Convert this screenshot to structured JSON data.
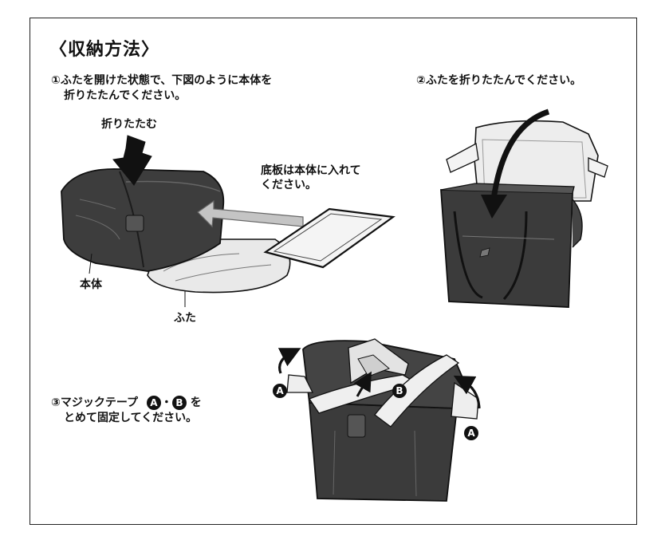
{
  "title": "〈収納方法〉",
  "step1": {
    "line1": "①ふたを開けた状態で、下図のように本体を",
    "line2": "折りたたんでください。"
  },
  "step2": {
    "text": "②ふたを折りたたんでください。"
  },
  "step3": {
    "line1_prefix": "③マジックテープ",
    "badge_a": "A",
    "dot": "・",
    "badge_b": "B",
    "line1_suffix": "を",
    "line2": "とめて固定してください。"
  },
  "labels": {
    "fold": "折りたたむ",
    "board_line1": "底板は本体に入れて",
    "board_line2": "ください。",
    "body": "本体",
    "lid": "ふた",
    "callout_a": "A",
    "callout_b": "B"
  }
}
